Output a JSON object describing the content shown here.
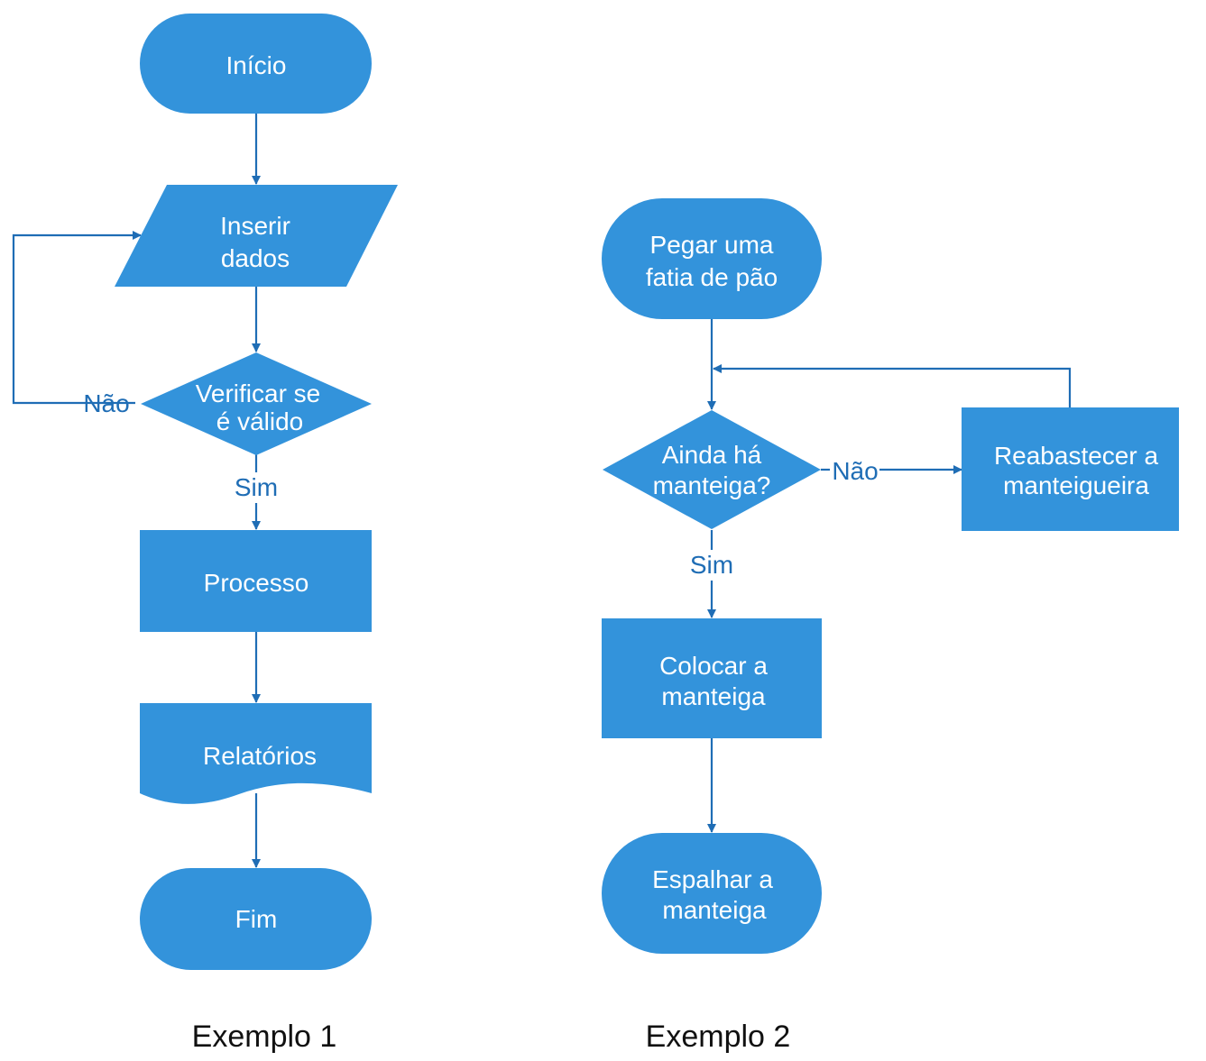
{
  "colors": {
    "shape_fill": "#3393db",
    "shape_text": "#ffffff",
    "connector": "#1f6db5",
    "caption": "#111111"
  },
  "example1": {
    "caption": "Exemplo 1",
    "nodes": {
      "start": {
        "shape": "terminator",
        "label": "Início"
      },
      "input": {
        "shape": "parallelogram",
        "lines": [
          "Inserir",
          "dados"
        ]
      },
      "check": {
        "shape": "diamond",
        "lines": [
          "Verificar se",
          "é válido"
        ]
      },
      "process": {
        "shape": "rectangle",
        "label": "Processo"
      },
      "report": {
        "shape": "document",
        "label": "Relatórios"
      },
      "end": {
        "shape": "terminator",
        "label": "Fim"
      }
    },
    "edge_labels": {
      "no": "Não",
      "yes": "Sim"
    }
  },
  "example2": {
    "caption": "Exemplo 2",
    "nodes": {
      "start": {
        "shape": "terminator",
        "lines": [
          "Pegar uma",
          "fatia de pão"
        ]
      },
      "check": {
        "shape": "diamond",
        "lines": [
          "Ainda há",
          "manteiga?"
        ]
      },
      "refill": {
        "shape": "rectangle",
        "lines": [
          "Reabastecer a",
          "manteigueira"
        ]
      },
      "apply": {
        "shape": "rectangle",
        "lines": [
          "Colocar a",
          "manteiga"
        ]
      },
      "end": {
        "shape": "terminator",
        "lines": [
          "Espalhar a",
          "manteiga"
        ]
      }
    },
    "edge_labels": {
      "no": "Não",
      "yes": "Sim"
    }
  }
}
